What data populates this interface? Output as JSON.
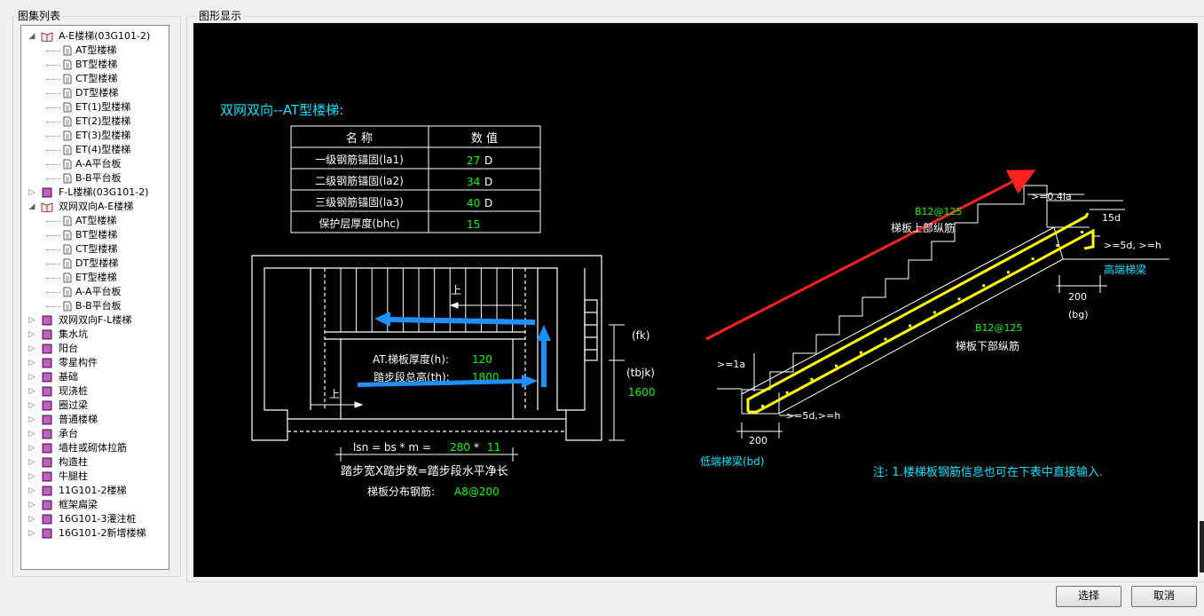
{
  "left_panel": {
    "title": "图集列表",
    "tree": [
      {
        "label": "A-E楼梯(03G101-2)",
        "level": 0,
        "icon": "open-book-icon",
        "expanded": true
      },
      {
        "label": "AT型楼梯",
        "level": 1,
        "icon": "document-icon"
      },
      {
        "label": "BT型楼梯",
        "level": 1,
        "icon": "document-icon"
      },
      {
        "label": "CT型楼梯",
        "level": 1,
        "icon": "document-icon"
      },
      {
        "label": "DT型楼梯",
        "level": 1,
        "icon": "document-icon"
      },
      {
        "label": "ET(1)型楼梯",
        "level": 1,
        "icon": "document-icon"
      },
      {
        "label": "ET(2)型楼梯",
        "level": 1,
        "icon": "document-icon"
      },
      {
        "label": "ET(3)型楼梯",
        "level": 1,
        "icon": "document-icon"
      },
      {
        "label": "ET(4)型楼梯",
        "level": 1,
        "icon": "document-icon"
      },
      {
        "label": "A-A平台板",
        "level": 1,
        "icon": "document-icon"
      },
      {
        "label": "B-B平台板",
        "level": 1,
        "icon": "document-icon"
      },
      {
        "label": "F-L楼梯(03G101-2)",
        "level": 0,
        "icon": "book-icon",
        "expanded": false
      },
      {
        "label": "双网双向A-E楼梯",
        "level": 0,
        "icon": "open-book-icon",
        "expanded": true
      },
      {
        "label": "AT型楼梯",
        "level": 1,
        "icon": "document-icon",
        "selected": true
      },
      {
        "label": "BT型楼梯",
        "level": 1,
        "icon": "document-icon"
      },
      {
        "label": "CT型楼梯",
        "level": 1,
        "icon": "document-icon"
      },
      {
        "label": "DT型楼梯",
        "level": 1,
        "icon": "document-icon"
      },
      {
        "label": "ET型楼梯",
        "level": 1,
        "icon": "document-icon"
      },
      {
        "label": "A-A平台板",
        "level": 1,
        "icon": "document-icon"
      },
      {
        "label": "B-B平台板",
        "level": 1,
        "icon": "document-icon"
      },
      {
        "label": "双网双向F-L楼梯",
        "level": 0,
        "icon": "book-icon",
        "expanded": false
      },
      {
        "label": "集水坑",
        "level": 0,
        "icon": "book-icon",
        "expanded": false
      },
      {
        "label": "阳台",
        "level": 0,
        "icon": "book-icon",
        "expanded": false
      },
      {
        "label": "零星构件",
        "level": 0,
        "icon": "book-icon",
        "expanded": false
      },
      {
        "label": "基础",
        "level": 0,
        "icon": "book-icon",
        "expanded": false
      },
      {
        "label": "现浇桩",
        "level": 0,
        "icon": "book-icon",
        "expanded": false
      },
      {
        "label": "圈过梁",
        "level": 0,
        "icon": "book-icon",
        "expanded": false
      },
      {
        "label": "普通楼梯",
        "level": 0,
        "icon": "book-icon",
        "expanded": false
      },
      {
        "label": "承台",
        "level": 0,
        "icon": "book-icon",
        "expanded": false
      },
      {
        "label": "墙柱或砌体拉筋",
        "level": 0,
        "icon": "book-icon",
        "expanded": false
      },
      {
        "label": "构造柱",
        "level": 0,
        "icon": "book-icon",
        "expanded": false
      },
      {
        "label": "牛腿柱",
        "level": 0,
        "icon": "book-icon",
        "expanded": false
      },
      {
        "label": "11G101-2楼梯",
        "level": 0,
        "icon": "book-icon",
        "expanded": false
      },
      {
        "label": "框架扁梁",
        "level": 0,
        "icon": "book-icon",
        "expanded": false
      },
      {
        "label": "16G101-3灌注桩",
        "level": 0,
        "icon": "book-icon",
        "expanded": false
      },
      {
        "label": "16G101-2新增楼梯",
        "level": 0,
        "icon": "book-icon",
        "expanded": false
      }
    ]
  },
  "right_panel": {
    "title": "图形显示",
    "drawing": {
      "heading": "双网双向--AT型楼梯:",
      "table": {
        "headers": [
          "名 称",
          "数 值"
        ],
        "rows": [
          {
            "name": "一级钢筋锚固(la1)",
            "value": "27",
            "unit": "D"
          },
          {
            "name": "二级钢筋锚固(la2)",
            "value": "34",
            "unit": "D"
          },
          {
            "name": "三级钢筋锚固(la3)",
            "value": "40",
            "unit": "D"
          },
          {
            "name": "保护层厚度(bhc)",
            "value": "15",
            "unit": ""
          }
        ]
      },
      "plan": {
        "up_label": "上",
        "thickness_label": "AT.梯板厚度(h):",
        "thickness_value": "120",
        "height_label": "踏步段总高(th):",
        "height_value": "1800",
        "fk_label": "(fk)",
        "tbjk_label": "(tbjk)",
        "tbjk_value": "1600",
        "lsn_formula": "lsn = bs * m =",
        "bs_value": "280",
        "times": "*",
        "m_value": "11",
        "formula_caption": "踏步宽X踏步数=踏步段水平净长",
        "dist_label": "梯板分布钢筋:",
        "dist_value": "A8@200"
      },
      "section": {
        "top_rebar_value": "B12@125",
        "top_rebar_label": "梯板上部纵筋",
        "bottom_rebar_value": "B12@125",
        "bottom_rebar_label": "梯板下部纵筋",
        "top_anchor": ">=0.4la",
        "top_hook": "15d",
        "top_anchor2": ">=5d, >=h",
        "high_beam": "高端梯梁",
        "high_width": "200",
        "bg_label": "(bg)",
        "low_la": ">=1a",
        "low_anchor": ">=5d,>=h",
        "low_width": "200",
        "low_beam": "低端梯梁(bd)",
        "note": "注: 1.楼梯板钢筋信息也可在下表中直接输入."
      }
    }
  },
  "buttons": {
    "ok": "选择",
    "cancel": "取消"
  },
  "colors": {
    "canvas_bg": "#000000",
    "white_line": "#ffffff",
    "cyan_text": "#00e5ff",
    "green_value": "#00ff00",
    "yellow_rebar": "#ffff00",
    "annotation_arrow_red": "#ff2020",
    "annotation_arrow_blue": "#1e90ff"
  }
}
